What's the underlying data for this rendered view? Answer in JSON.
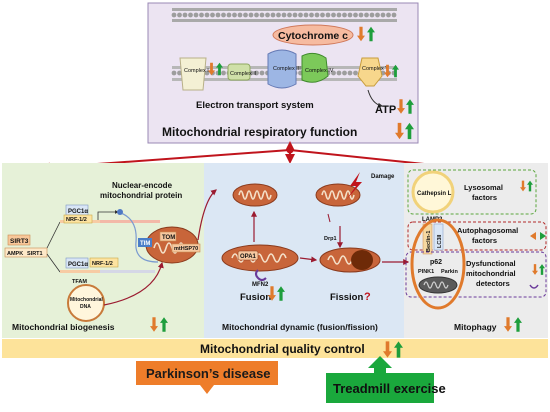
{
  "top": {
    "cytochrome": "Cytochrome c",
    "complexes": [
      "Complex I",
      "Complex II",
      "Complex III",
      "Complex IV",
      "Complex V"
    ],
    "ets_label": "Electron transport system",
    "atp": "ATP",
    "title": "Mitochondrial respiratory function"
  },
  "biogenesis": {
    "nuclear_label_1": "Nuclear-encode",
    "nuclear_label_2": "mitochondrial protein",
    "sirt3": "SIRT3",
    "ampk": "AMPK",
    "sirt1": "SIRT1",
    "pgc1a": "PGC1α",
    "nrf": "NRF-1/2",
    "tfam": "TFAM",
    "mtdna_1": "Mitochondrial",
    "mtdna_2": "DNA",
    "tim": "TIM",
    "tom": "TOM",
    "mthsp70": "mtHSP70",
    "title": "Mitochondrial biogenesis"
  },
  "dynamic": {
    "damage": "Damage",
    "drp1": "Drp1",
    "opa1": "OPA1",
    "mfn2": "MFN2",
    "fusion": "Fusion",
    "fission": "Fission",
    "question": "?",
    "title": "Mitochondrial dynamic (fusion/fission)"
  },
  "mitophagy": {
    "cathepsin": "Cathepsin L",
    "lysosomal_1": "Lysosomal",
    "lysosomal_2": "factors",
    "lamp2": "LAMP2",
    "beclin": "Beclin-1",
    "lc3": "LC3II",
    "autophago_1": "Autophagosomal",
    "autophago_2": "factors",
    "p62": "p62",
    "pink1": "PINK1",
    "parkin": "Parkin",
    "dysf_1": "Dysfunctional",
    "dysf_2": "mitochondrial",
    "dysf_3": "detectors",
    "title": "Mitophagy"
  },
  "quality_control": "Mitochondrial quality control",
  "parkinsons": "Parkinson’s disease",
  "treadmill": "Treadmill exercise",
  "colors": {
    "up": "#1e9e3c",
    "down": "#e07a2c",
    "panel_top": "#ece4f2",
    "panel_bio": "#e6f1d8",
    "panel_dyn": "#dbe7f4",
    "panel_mito": "#ececec",
    "qc_bar": "#fde39a",
    "red": "#c0141c"
  }
}
